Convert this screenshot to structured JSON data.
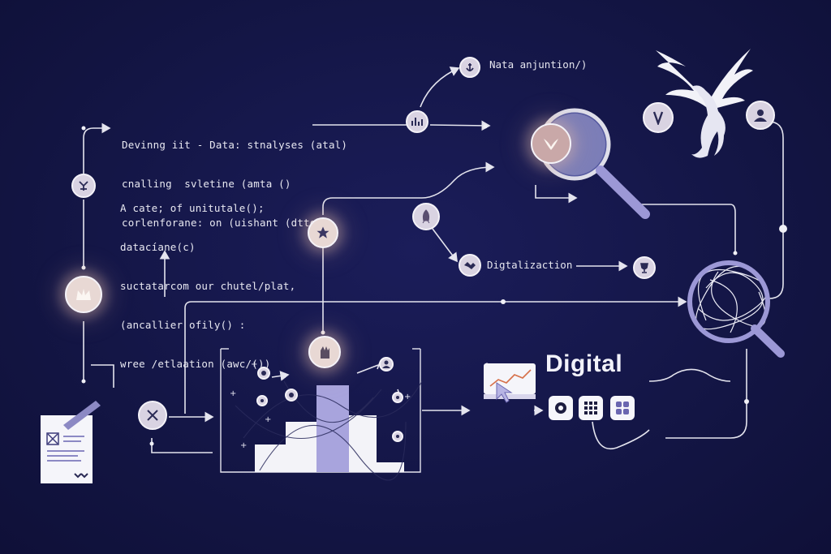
{
  "code_block_1": {
    "lines": [
      "Devinng iit - Data: stnalyses (atal)",
      "cnalling  svletine (amta ()",
      "corlenforane: on (uishant (dtto\");"
    ]
  },
  "code_block_2": {
    "lines": [
      "A cate; of unitutale();",
      "datacíane(c)",
      "suctatarcom our chutel/plat,",
      "(ancallier ofily() :",
      "wree /etlaation (awc/())"
    ]
  },
  "labels": {
    "top_right": "Nata anjuntion/)",
    "middle": "Digtalizaction",
    "digital": "Digital"
  },
  "colors": {
    "background": "#141648",
    "wire": "#e4e4ee",
    "accent_lavender": "#9c98d6",
    "node_fill": "#d9d3e2"
  },
  "icons": [
    "share-icon",
    "chart-icon",
    "hand-icon",
    "star-icon",
    "rocket-icon",
    "handshake-icon",
    "trophy-icon",
    "user-icon",
    "phoenix-icon",
    "magnifier-icon",
    "document-icon",
    "laptop-icon",
    "grid-icon",
    "settings-icon"
  ]
}
